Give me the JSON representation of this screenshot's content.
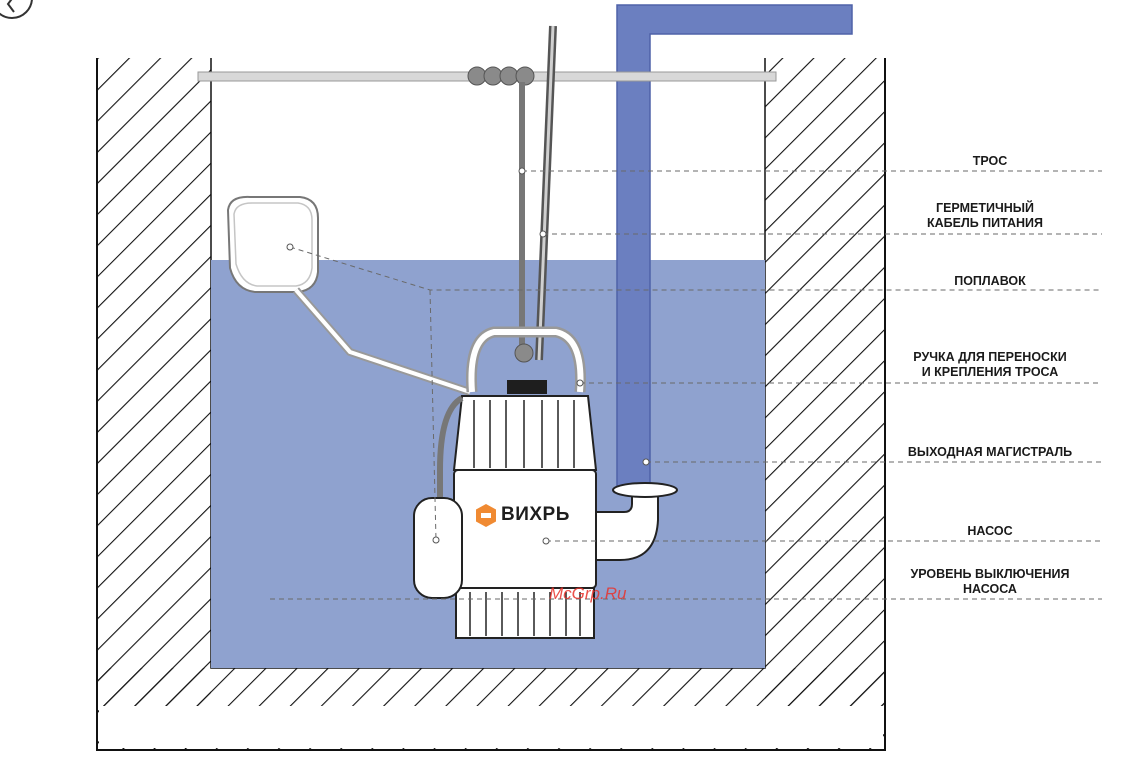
{
  "labels": {
    "tros": "ТРОС",
    "cable_line1": "ГЕРМЕТИЧНЫЙ",
    "cable_line2": "КАБЕЛЬ ПИТАНИЯ",
    "float": "ПОПЛАВОК",
    "handle_line1": "РУЧКА ДЛЯ ПЕРЕНОСКИ",
    "handle_line2": "И КРЕПЛЕНИЯ ТРОСА",
    "outlet": "ВЫХОДНАЯ МАГИСТРАЛЬ",
    "pump": "НАСОС",
    "level_line1": "УРОВЕНЬ ВЫКЛЮЧЕНИЯ",
    "level_line2": "НАСОСА"
  },
  "brand": {
    "name": "ВИХРЬ"
  },
  "watermark": "McGrp.Ru",
  "colors": {
    "water": "#8fa2cf",
    "pipe": "#6b7fc0",
    "brand": "#f08a32",
    "watermark": "#e8332c"
  },
  "icons": {
    "corner": "back-arrow-circle-icon"
  }
}
